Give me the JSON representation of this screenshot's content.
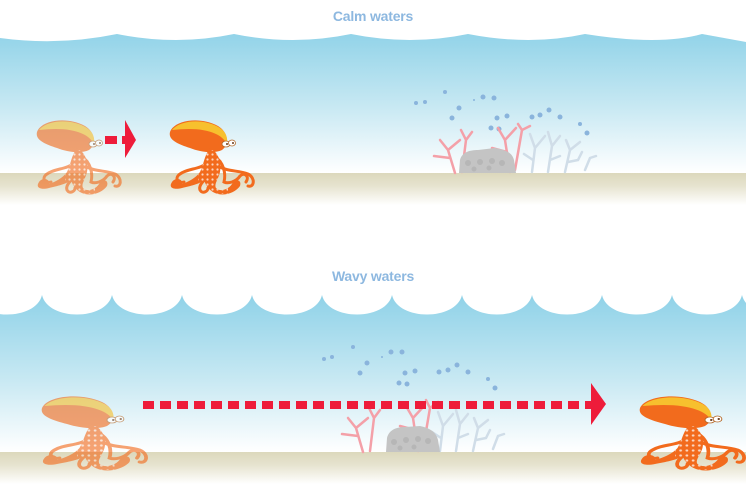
{
  "panels": [
    {
      "id": "calm",
      "title": "Calm waters",
      "wave_type": "calm",
      "arrow": {
        "style": "short-dashed",
        "color": "#ee1c3a"
      },
      "octopus_start": {
        "label": "octopus-start",
        "appearance": "faded"
      },
      "octopus_end": {
        "label": "octopus-end",
        "appearance": "solid"
      },
      "scenery": [
        "rock",
        "pink-coral",
        "white-coral",
        "bubbles"
      ]
    },
    {
      "id": "wavy",
      "title": "Wavy waters",
      "wave_type": "wavy",
      "arrow": {
        "style": "long-dashed",
        "color": "#ee1c3a"
      },
      "octopus_start": {
        "label": "octopus-start",
        "appearance": "faded"
      },
      "octopus_end": {
        "label": "octopus-end",
        "appearance": "solid"
      },
      "scenery": [
        "rock",
        "pink-coral",
        "white-coral",
        "bubbles"
      ]
    }
  ],
  "colors": {
    "water_top": "#92d4e8",
    "water_bottom": "#ffffff",
    "sand": "#dcd8bc",
    "arrow": "#ee1c3a",
    "octopus_faded": "#f6a870",
    "octopus_solid": "#f26b1d",
    "title": "#8db8e0",
    "bubble": "#8ab4dc",
    "rock": "#c4c4c4",
    "pink_coral": "#f4a0a8",
    "white_coral": "#d0dde8"
  }
}
